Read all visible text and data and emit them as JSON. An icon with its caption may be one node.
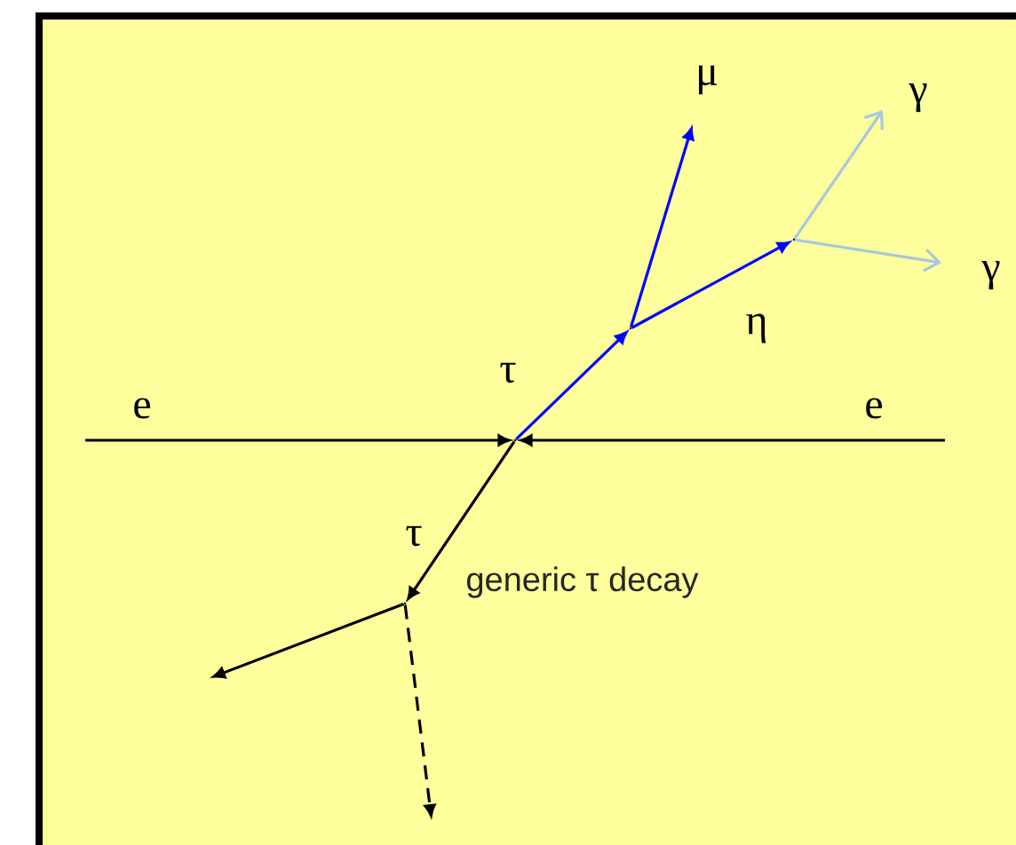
{
  "diagram": {
    "nodes": [
      {
        "text": [],
        "shape": "point"
      },
      {
        "text": [],
        "shape": "point"
      },
      {
        "text": [],
        "shape": "point"
      },
      {
        "text": [],
        "shape": "point"
      }
    ],
    "edges": [
      {
        "from": null,
        "to": 0,
        "arrow": "to",
        "label": "e"
      },
      {
        "from": null,
        "to": 0,
        "arrow": "to",
        "label": "e"
      },
      {
        "from": 0,
        "to": 1,
        "arrow": "to",
        "label": "τ",
        "color": "#0000ff"
      },
      {
        "from": 1,
        "to": null,
        "arrow": "to",
        "label": "μ",
        "color": "#0000ff"
      },
      {
        "from": 1,
        "to": 2,
        "arrow": "to",
        "label": "η",
        "color": "#0000ff"
      },
      {
        "from": 2,
        "to": null,
        "arrow": "to",
        "label": "γ",
        "color": "#a6c8e0"
      },
      {
        "from": 2,
        "to": null,
        "arrow": "to",
        "label": "γ",
        "color": "#a6c8e0"
      },
      {
        "from": 0,
        "to": 3,
        "arrow": "to",
        "label": "τ"
      },
      {
        "from": 3,
        "to": null,
        "arrow": "to"
      },
      {
        "from": 3,
        "to": null,
        "arrow": "to",
        "style": "dashed"
      }
    ],
    "labels": [
      "generic τ decay"
    ]
  }
}
